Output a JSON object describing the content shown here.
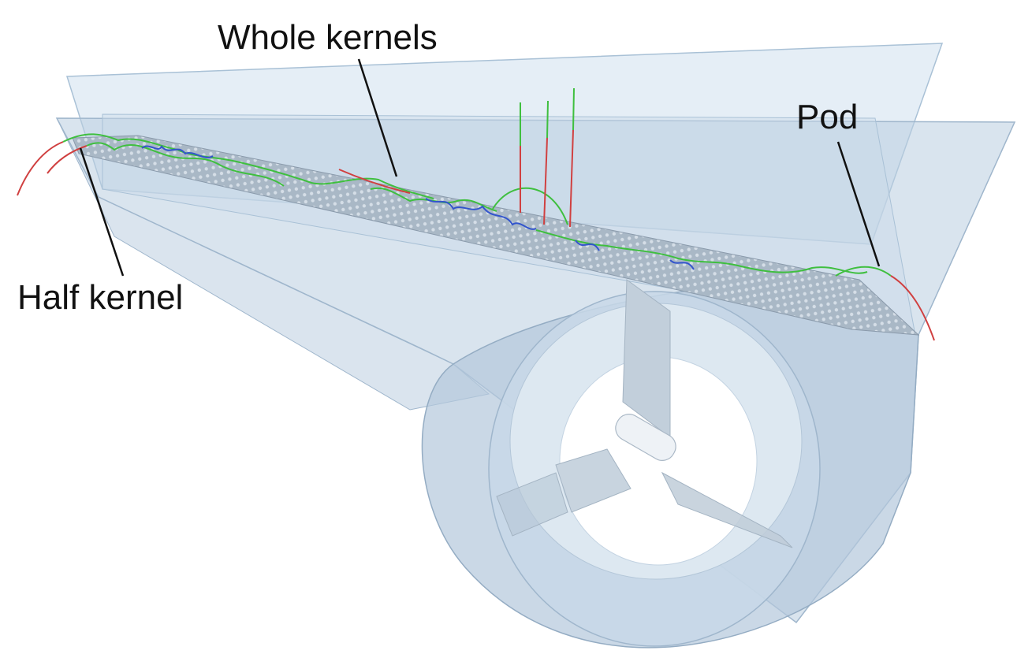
{
  "labels": {
    "whole_kernels": "Whole kernels",
    "pod": "Pod",
    "half_kernel": "Half kernel"
  },
  "colors": {
    "shell": "#b9cde0",
    "shell_edge": "#8aa6c2",
    "sieve": "#9fb0c0",
    "trajectory_green": "#3fbf3f",
    "trajectory_red": "#d04040",
    "trajectory_blue": "#3355cc",
    "leader_line": "#111111"
  }
}
